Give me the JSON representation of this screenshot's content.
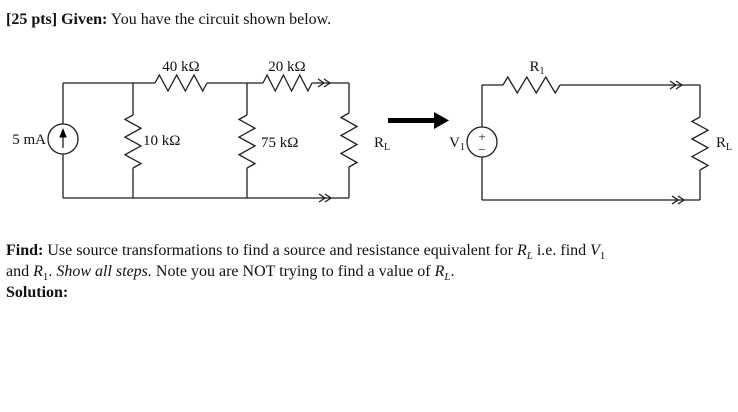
{
  "header": {
    "bold": "[25 pts] Given:",
    "rest": " You have the circuit shown below."
  },
  "circuit": {
    "source_label": "5 mA",
    "r40": "40 kΩ",
    "r20": "20 kΩ",
    "r10": "10 kΩ",
    "r75": "75 kΩ",
    "rl_base": "R",
    "rl_sub": "L",
    "r1_base": "R",
    "r1_sub": "1",
    "v1_base": "V",
    "v1_sub": "1",
    "v1_plus": "+",
    "v1_minus": "−"
  },
  "find": {
    "bold": "Find:",
    "t1": " Use source transformations to find a source and resistance equivalent for ",
    "t2": " i.e. find ",
    "t3": "and ",
    "t4": ". ",
    "italic": "Show all steps.",
    "t5": " Note you are NOT trying to find a value of ",
    "t6": ".",
    "solution": "Solution:"
  },
  "math": {
    "R": "R",
    "V": "V",
    "L": "L",
    "one": "1"
  }
}
